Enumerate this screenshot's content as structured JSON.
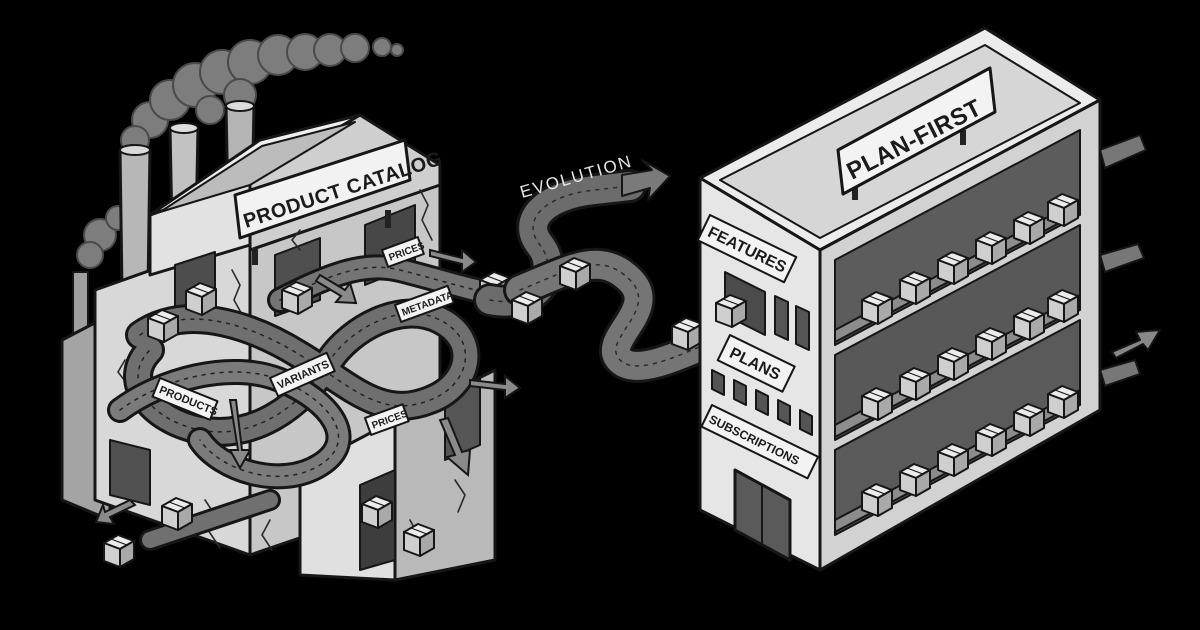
{
  "factory": {
    "sign": "PRODUCT CATALOG",
    "tags": {
      "prices_top": "PRICES",
      "metadata": "METADATA",
      "products": "PRODUCTS",
      "variants": "VARIANTS",
      "prices_bottom": "PRICES"
    }
  },
  "evolution_label": "EVOLUTION",
  "warehouse": {
    "sign": "PLAN-FIRST",
    "labels": {
      "features": "FEATURES",
      "plans": "PLANS",
      "subscriptions": "SUBSCRIPTIONS"
    }
  },
  "colors": {
    "background": "#000000",
    "building_light": "#e4e4e4",
    "building_mid": "#bdbdbd",
    "building_dark": "#8e8e8e",
    "belt": "#6f6f6f",
    "ink": "#161616"
  }
}
